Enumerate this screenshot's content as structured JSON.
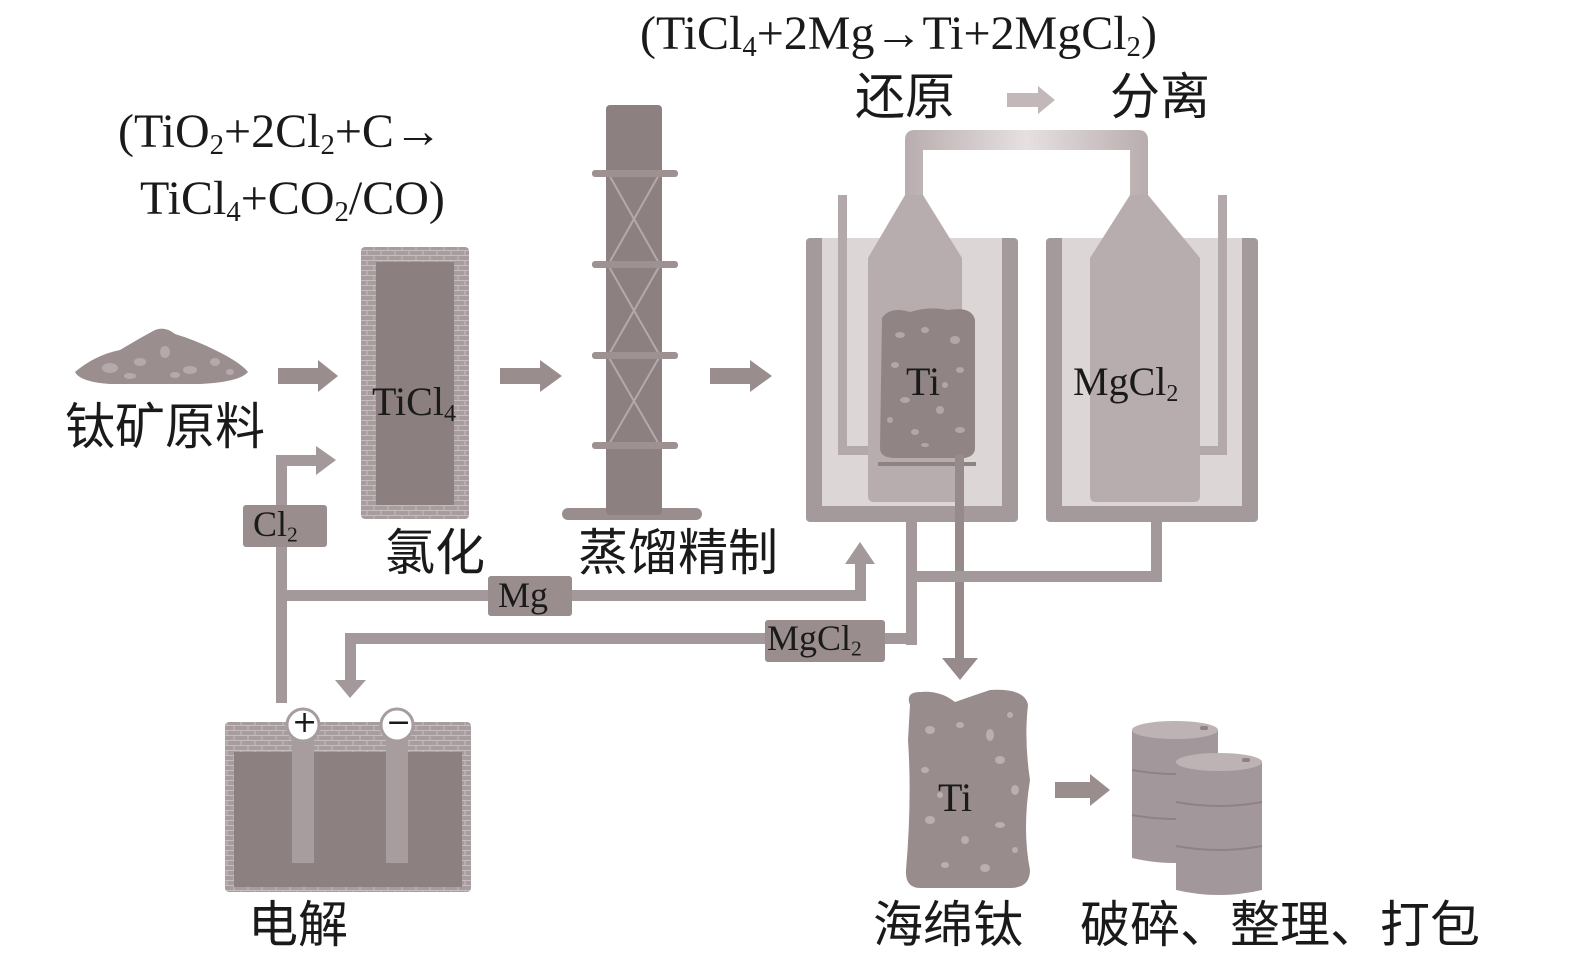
{
  "colors": {
    "dark": "#8d7f80",
    "mid": "#a3989a",
    "light": "#bfb5b6",
    "pale": "#ddd6d6",
    "arrow": "#9a8d8e",
    "speck": "#c9c0c1",
    "text": "#1a1a1a"
  },
  "formulas": {
    "chlorination_line1": {
      "a": "(TiO",
      "s1": "2",
      "b": "+2Cl",
      "s2": "2",
      "c": "+C→"
    },
    "chlorination_line2": {
      "a": "TiCl",
      "s1": "4",
      "b": "+CO",
      "s2": "2",
      "c": "/CO)"
    },
    "reduction": {
      "a": "(TiCl",
      "s1": "4",
      "b": "+2Mg→Ti+2MgCl",
      "s2": "2",
      "c": ")"
    }
  },
  "stages": {
    "ore": "钛矿原料",
    "chlorination": "氯化",
    "distillation": "蒸馏精制",
    "reduction": "还原",
    "separation": "分离",
    "electrolysis": "电解",
    "sponge": "海绵钛",
    "packing": "破碎、整理、打包"
  },
  "labels": {
    "ticl4_base": "TiCl",
    "ticl4_sub": "4",
    "ti_reactor": "Ti",
    "mgcl2_base": "MgCl",
    "mgcl2_sub": "2",
    "cl2_base": "Cl",
    "cl2_sub": "2",
    "mg": "Mg",
    "mgcl2_pipe_base": "MgCl",
    "mgcl2_pipe_sub": "2",
    "ti_sponge": "Ti",
    "anode": "+",
    "cathode": "−"
  }
}
